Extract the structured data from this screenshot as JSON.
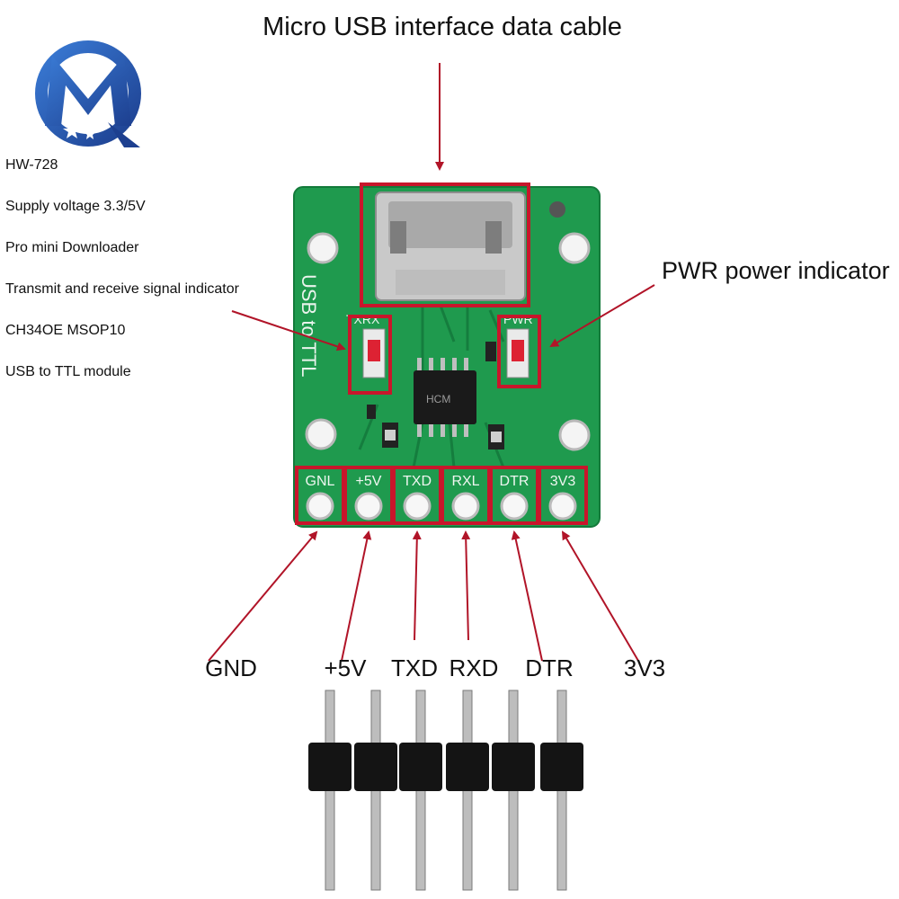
{
  "title": "Micro USB interface data cable",
  "power_indicator_label": "PWR power indicator",
  "specs": [
    "HW-728",
    "Supply voltage 3.3/5V",
    "Pro mini Downloader",
    "Transmit and receive signal indicator",
    "CH34OE MSOP10",
    "USB to TTL module"
  ],
  "board_text": {
    "side_label": "USB to TTL",
    "led_left_label": "TXRX",
    "led_right_label": "PWR",
    "chip_mark": "HCM"
  },
  "pins": [
    "GND",
    "+5V",
    "TXD",
    "RXD",
    "DTR",
    "3V3"
  ],
  "board_pin_labels": [
    "GNL",
    "+5V",
    "TXD",
    "RXL",
    "DTR",
    "3V3"
  ],
  "colors": {
    "pcb": "#1f9a4e",
    "highlight": "#c8162b",
    "arrow": "#b11428",
    "logo": "#2a5fb0"
  },
  "logo_icon": "mq-logo-icon"
}
